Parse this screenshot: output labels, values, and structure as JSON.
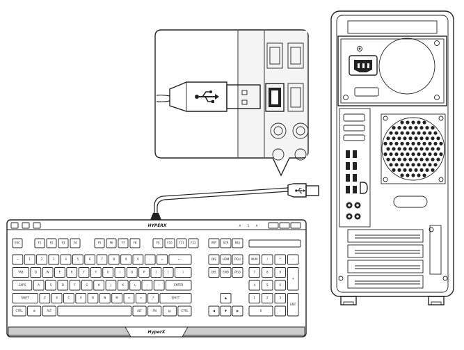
{
  "keyboard": {
    "brand": "HYPERX",
    "led_labels": [
      "A",
      "1",
      "A"
    ],
    "rows": [
      [
        "ESC",
        "F1",
        "F2",
        "F3",
        "F4",
        "F5",
        "F6",
        "F7",
        "F8",
        "F9",
        "F10",
        "F11",
        "F12"
      ],
      [
        "~",
        "1",
        "2",
        "3",
        "4",
        "5",
        "6",
        "7",
        "8",
        "9",
        "0",
        "-",
        "=",
        "⟵"
      ],
      [
        "TAB",
        "Q",
        "W",
        "E",
        "R",
        "T",
        "Y",
        "U",
        "I",
        "O",
        "P",
        "[",
        "]",
        "\\"
      ],
      [
        "CAPS",
        "A",
        "S",
        "D",
        "F",
        "G",
        "H",
        "J",
        "K",
        "L",
        ";",
        "'",
        "ENTER"
      ],
      [
        "SHIFT",
        "Z",
        "X",
        "C",
        "V",
        "B",
        "N",
        "M",
        "<",
        ">",
        "?",
        "SHIFT"
      ],
      [
        "CTRL",
        "⊞",
        "ALT",
        "",
        "ALT",
        "FN",
        "▤",
        "CTRL"
      ]
    ],
    "nav_keys": [
      "PRT",
      "SCR",
      "PAU",
      "INS",
      "HOM",
      "PGU",
      "DEL",
      "END",
      "PGD"
    ],
    "numpad_keys": [
      "NUM",
      "/",
      "*",
      "-",
      "7",
      "8",
      "9",
      "+",
      "4",
      "5",
      "6",
      "1",
      "2",
      "3",
      "ENT",
      "0",
      "."
    ],
    "arrow_keys": [
      "▲",
      "◀",
      "▼",
      "▶"
    ]
  },
  "pc": {
    "audio_jacks": 4
  }
}
